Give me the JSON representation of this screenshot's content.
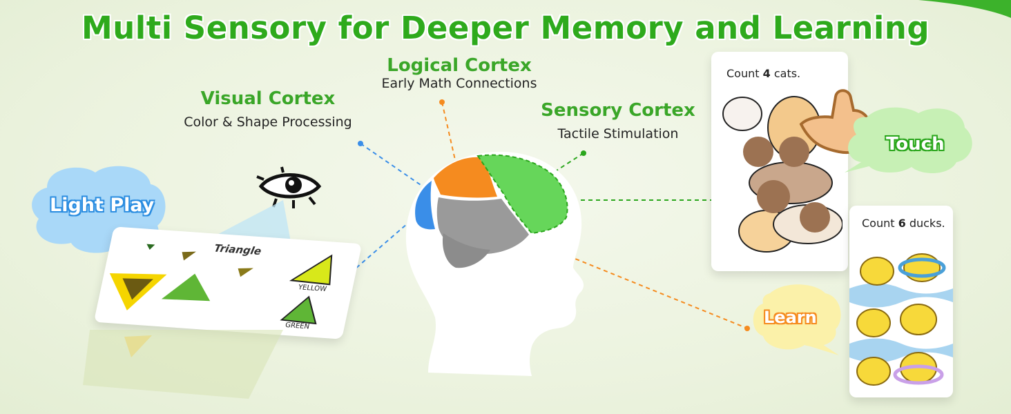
{
  "title": "Multi Sensory for Deeper Memory and Learning",
  "cortex": {
    "logical": {
      "title": "Logical Cortex",
      "subtitle": "Early Math Connections"
    },
    "visual": {
      "title": "Visual Cortex",
      "subtitle": "Color & Shape Processing"
    },
    "sensory": {
      "title": "Sensory Cortex",
      "subtitle": "Tactile Stimulation"
    }
  },
  "bubbles": {
    "light_play": "Light Play",
    "touch": "Touch",
    "learn": "Learn"
  },
  "shape_card": {
    "title": "Triangle",
    "label_yellow": "YELLOW",
    "label_green": "GREEN"
  },
  "cat_card": {
    "prefix": "Count ",
    "number": "4",
    "suffix": " cats."
  },
  "duck_card": {
    "prefix": "Count ",
    "number": "6",
    "suffix": " ducks."
  },
  "colors": {
    "green_title": "#2eaa1c",
    "blue_region": "#3a8ee8",
    "orange_region": "#f58b1f",
    "green_region": "#66d65a",
    "gray_region": "#9a9a9a",
    "light_blue_bubble": "#a9d8f8",
    "light_green_bubble": "#c7f0b5",
    "light_yellow_bubble": "#fbf1a9"
  }
}
